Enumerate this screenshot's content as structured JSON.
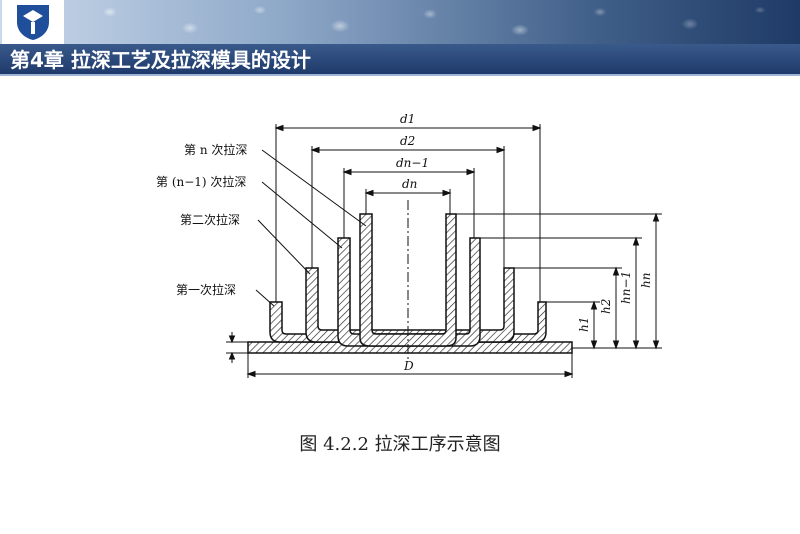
{
  "header": {
    "title": "第4章  拉深工艺及拉深模具的设计"
  },
  "diagram": {
    "labels": {
      "step_n": "第 n 次拉深",
      "step_n_minus_1": "第 (n−1) 次拉深",
      "step_2": "第二次拉深",
      "step_1": "第一次拉深"
    },
    "dimensions": {
      "d1": "d1",
      "d2": "d2",
      "dn_minus_1": "dn−1",
      "dn": "dn",
      "D": "D",
      "h1": "h1",
      "h2": "h2",
      "hn_minus_1": "hn−1",
      "hn": "hn"
    }
  },
  "caption": "图 4.2.2 拉深工序示意图"
}
